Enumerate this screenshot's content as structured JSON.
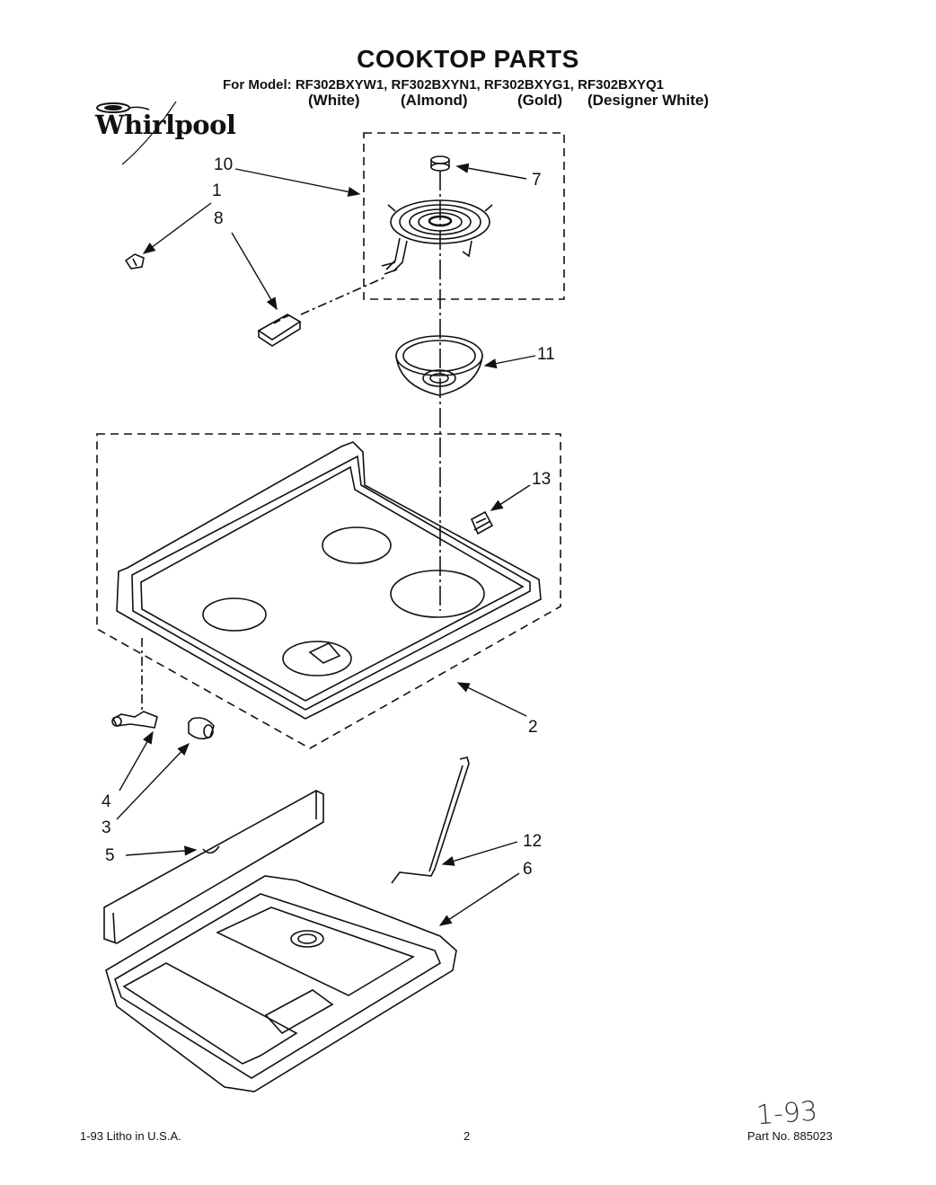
{
  "header": {
    "title": "COOKTOP PARTS",
    "models": "For Model: RF302BXYW1, RF302BXYN1, RF302BXYG1, RF302BXYQ1",
    "colors": [
      "(White)",
      "(Almond)",
      "(Gold)",
      "(Designer White)"
    ]
  },
  "logo": {
    "text": "Whirlpool"
  },
  "callouts": {
    "c1": "1",
    "c2": "2",
    "c3": "3",
    "c4": "4",
    "c5": "5",
    "c6": "6",
    "c7": "7",
    "c8": "8",
    "c10": "10",
    "c11": "11",
    "c12": "12",
    "c13": "13"
  },
  "footer": {
    "left": "1-93 Litho in U.S.A.",
    "center": "2",
    "right": "Part No. 885023",
    "handwritten": "1-93"
  }
}
